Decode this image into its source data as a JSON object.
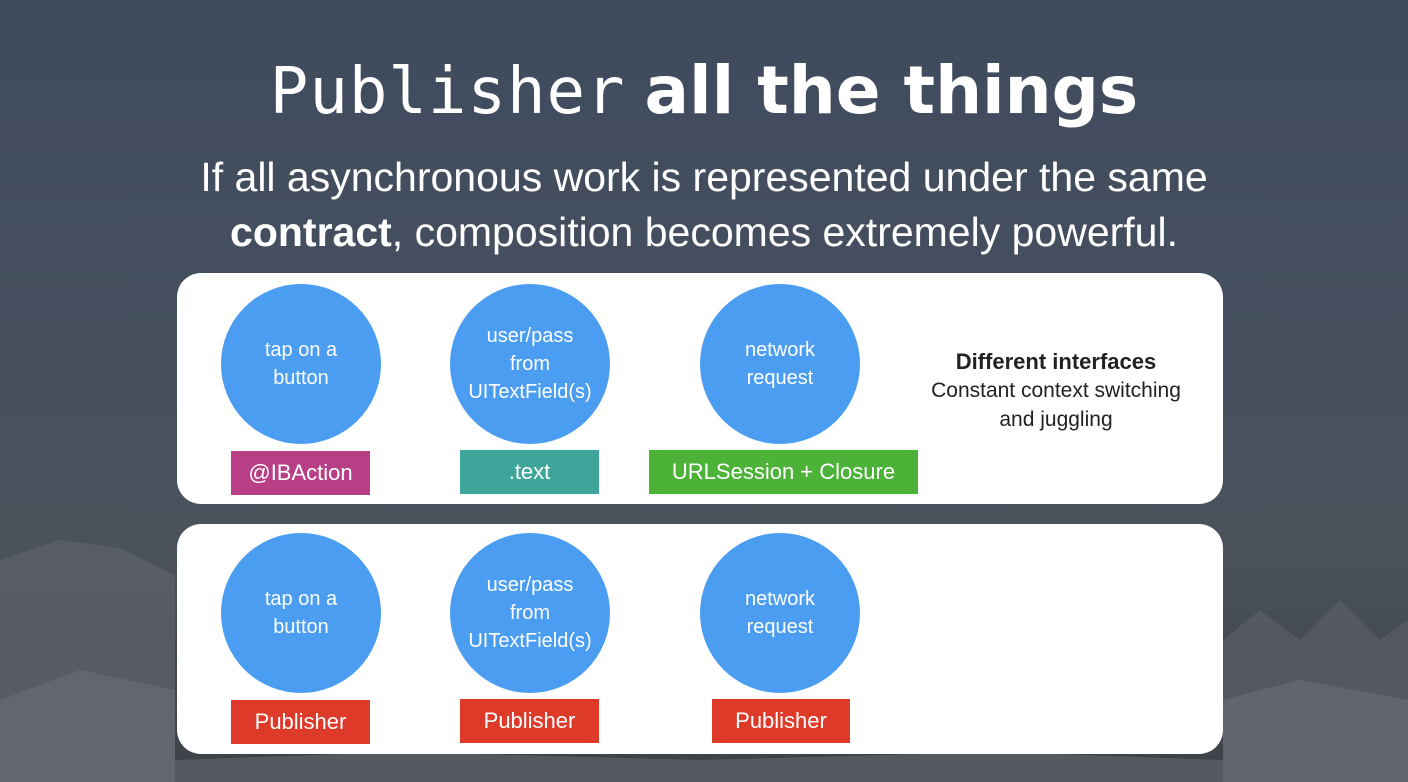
{
  "slide": {
    "title_mono": "Publisher",
    "title_bold": "all the things",
    "subtitle_line1": "If all asynchronous work is represented under the same",
    "subtitle_bold": "contract",
    "subtitle_rest": ", composition becomes extremely powerful."
  },
  "top_panel": {
    "circles": [
      {
        "lines": [
          "tap on a",
          "button"
        ]
      },
      {
        "lines": [
          "user/pass",
          "from",
          "UITextField(s)"
        ]
      },
      {
        "lines": [
          "network",
          "request"
        ]
      }
    ],
    "tags": [
      {
        "label": "@IBAction",
        "color": "#b83f86"
      },
      {
        "label": ".text",
        "color": "#3fa59b"
      },
      {
        "label": "URLSession + Closure",
        "color": "#4cb238"
      }
    ],
    "note_title": "Different interfaces",
    "note_line1": "Constant context switching",
    "note_line2": "and juggling"
  },
  "bottom_panel": {
    "circles": [
      {
        "lines": [
          "tap on a",
          "button"
        ]
      },
      {
        "lines": [
          "user/pass",
          "from",
          "UITextField(s)"
        ]
      },
      {
        "lines": [
          "network",
          "request"
        ]
      }
    ],
    "tags": [
      {
        "label": "Publisher",
        "color": "#de3a29"
      },
      {
        "label": "Publisher",
        "color": "#de3a29"
      },
      {
        "label": "Publisher",
        "color": "#de3a29"
      }
    ]
  },
  "colors": {
    "circle": "#4a9df0",
    "panel": "#ffffff"
  }
}
